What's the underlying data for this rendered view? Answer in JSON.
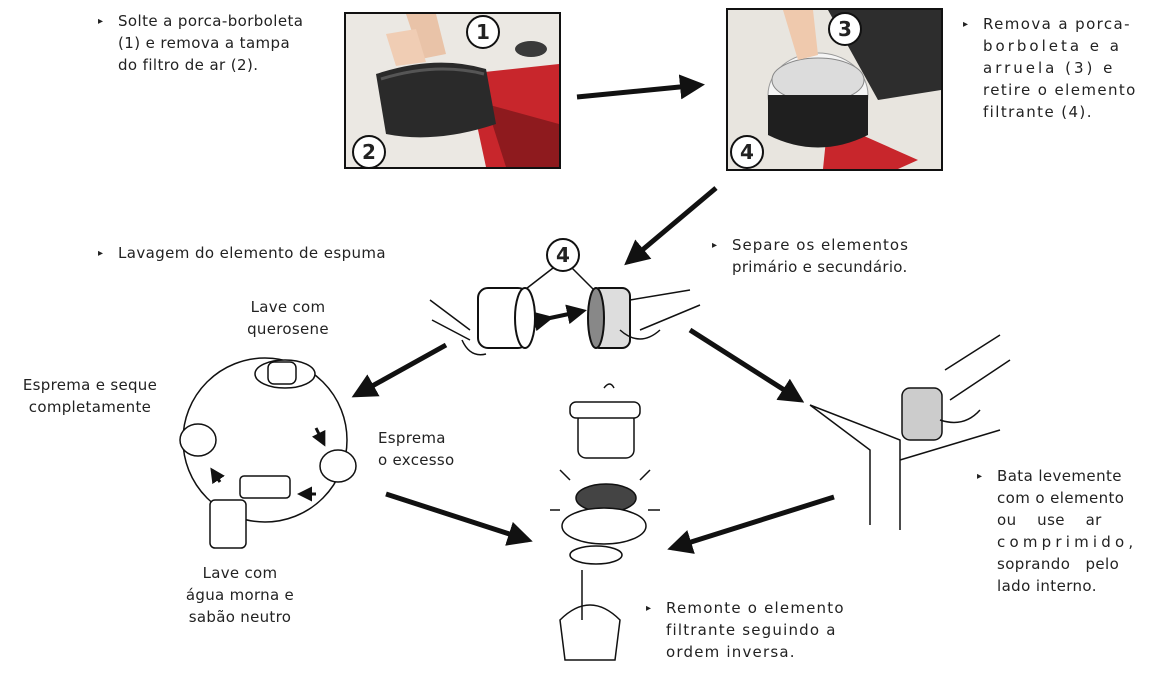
{
  "steps": {
    "step1": {
      "text": "Solte a porca-borboleta (1) e remova a tampa do filtro de ar (2).",
      "lines": [
        "Solte a porca-borboleta",
        "(1) e remova a tampa",
        "do filtro de ar (2)."
      ]
    },
    "step2": {
      "lines": [
        "Remova a porca-",
        "borboleta  e  a",
        "arruela  (3)  e",
        "retire o elemento",
        "filtrante (4)."
      ]
    },
    "foam": {
      "text": "Lavagem do elemento de espuma"
    },
    "separate": {
      "lines": [
        "Separe os elementos",
        "primário e secundário."
      ]
    },
    "tap": {
      "lines": [
        "Bata levemente",
        "com o elemento",
        "ou    use    ar",
        "comprimido,",
        "soprando pelo",
        "lado interno."
      ]
    },
    "reassemble": {
      "lines": [
        "Remonte o elemento",
        "filtrante seguindo a",
        "ordem inversa."
      ]
    }
  },
  "cycle": {
    "wash_kerosene": [
      "Lave com",
      "querosene"
    ],
    "squeeze_dry": [
      "Esprema e seque",
      "completamente"
    ],
    "squeeze_excess": [
      "Esprema",
      "o excesso"
    ],
    "wash_water": [
      "Lave com",
      "água morna e",
      "sabão neutro"
    ]
  },
  "callouts": [
    "1",
    "2",
    "3",
    "4",
    "4"
  ],
  "bullet_glyph": "▸",
  "colors": {
    "engine_red": "#c8262c",
    "filter_black": "#2a2a2a",
    "arrow": "#111111"
  }
}
